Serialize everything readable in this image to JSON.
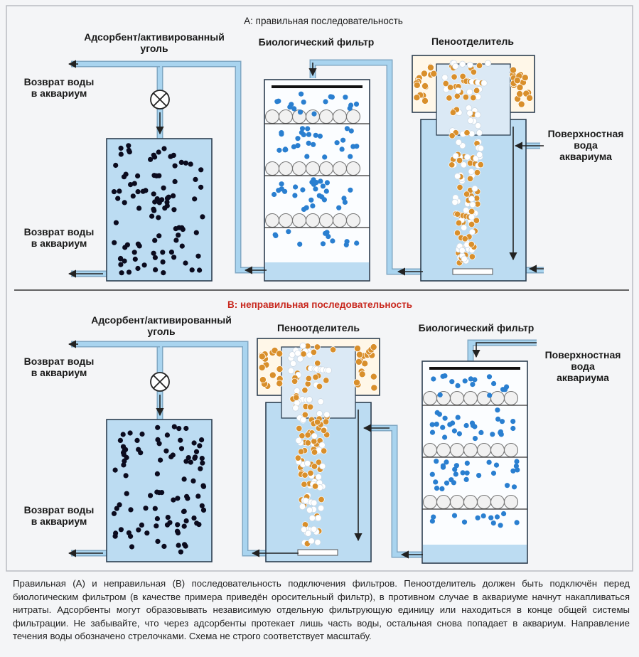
{
  "panel_a": {
    "title": "А: правильная последовательность",
    "adsorbent": "Адсорбент/активированный\nуголь",
    "bio_filter": "Биологический фильтр",
    "skimmer": "Пеноотделитель",
    "return_top": "Возврат воды\nв аквариум",
    "return_bottom": "Возврат воды\nв аквариум",
    "surface_water": "Поверхностная\nвода\nаквариума"
  },
  "panel_b": {
    "title": "B: неправильная последовательность",
    "adsorbent": "Адсорбент/активированный\nуголь",
    "skimmer": "Пеноотделитель",
    "bio_filter": "Биологический фильтр",
    "return_top": "Возврат воды\nв аквариум",
    "return_bottom": "Возврат воды\nв аквариум",
    "surface_water": "Поверхностная\nвода\nаквариума"
  },
  "caption": "Правильная (А) и неправильная (В) последовательность подключения фильтров. Пеноотделитель должен быть подключён перед биологическим фильтром (в качестве примера приведён оросительный фильтр), в противном случае в аквариуме начнут накапливаться нитраты. Адсорбенты могут образовывать независимую отдельную фильтрующую единицу или находиться в конце общей системы фильтрации. Не забывайте, что через адсорбенты протекает лишь часть воды, остальная снова попадает в аквариум. Направление течения воды обозначено стрелочками. Схема не строго соответствует масштабу.",
  "colors": {
    "water": "#bcdcf2",
    "pipe": "#a9d4ef",
    "blue_dot": "#2a7fd0",
    "black_dot": "#0b0b1e",
    "orange_bubble": "#d98f2b",
    "title_red": "#c8281e"
  }
}
